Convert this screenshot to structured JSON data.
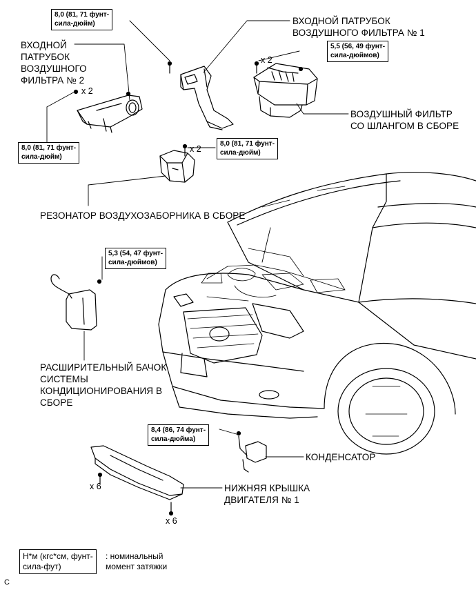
{
  "labels": {
    "air_cleaner_inlet_1": "ВХОДНОЙ ПАТРУБОК\nВОЗДУШНОГО ФИЛЬТРА № 1",
    "air_cleaner_inlet_2": "ВХОДНОЙ\nПАТРУБОК\nВОЗДУШНОГО\nФИЛЬТРА № 2",
    "air_cleaner_assembly": "ВОЗДУШНЫЙ ФИЛЬТР\nСО ШЛАНГОМ В СБОРЕ",
    "intake_resonator": "РЕЗОНАТОР ВОЗДУХОЗАБОРНИКА В СБОРЕ",
    "reservoir_tank": "РАСШИРИТЕЛЬНЫЙ БАЧОК\nСИСТЕМЫ\nКОНДИЦИОНИРОВАНИЯ В\nСБОРЕ",
    "condenser": "КОНДЕНСАТОР",
    "engine_under_cover": "НИЖНЯЯ КРЫШКА\nДВИГАТЕЛЯ № 1"
  },
  "torques": {
    "inlet_1": "8,0 (81, 71 фунт-\nсила-дюйм)",
    "inlet_2": "8,0 (81, 71 фунт-\nсила-дюйм)",
    "air_cleaner": "5,5 (56, 49 фунт-\nсила-дюймов)",
    "resonator": "8,0 (81, 71 фунт-\nсила-дюйм)",
    "reservoir": "5,3 (54, 47 фунт-\nсила-дюймов)",
    "condenser": "8,4 (86, 74 фунт-\nсила-дюйма)"
  },
  "quantities": {
    "inlet_2": "x 2",
    "air_cleaner": "x 2",
    "resonator": "x 2",
    "cover_left": "x 6",
    "cover_bottom": "x 6"
  },
  "legend": {
    "units": "Н*м (кгс*см, фунт-\nсила-фут)",
    "meaning": ": номинальный\nмомент затяжки"
  },
  "corner_mark": "C"
}
